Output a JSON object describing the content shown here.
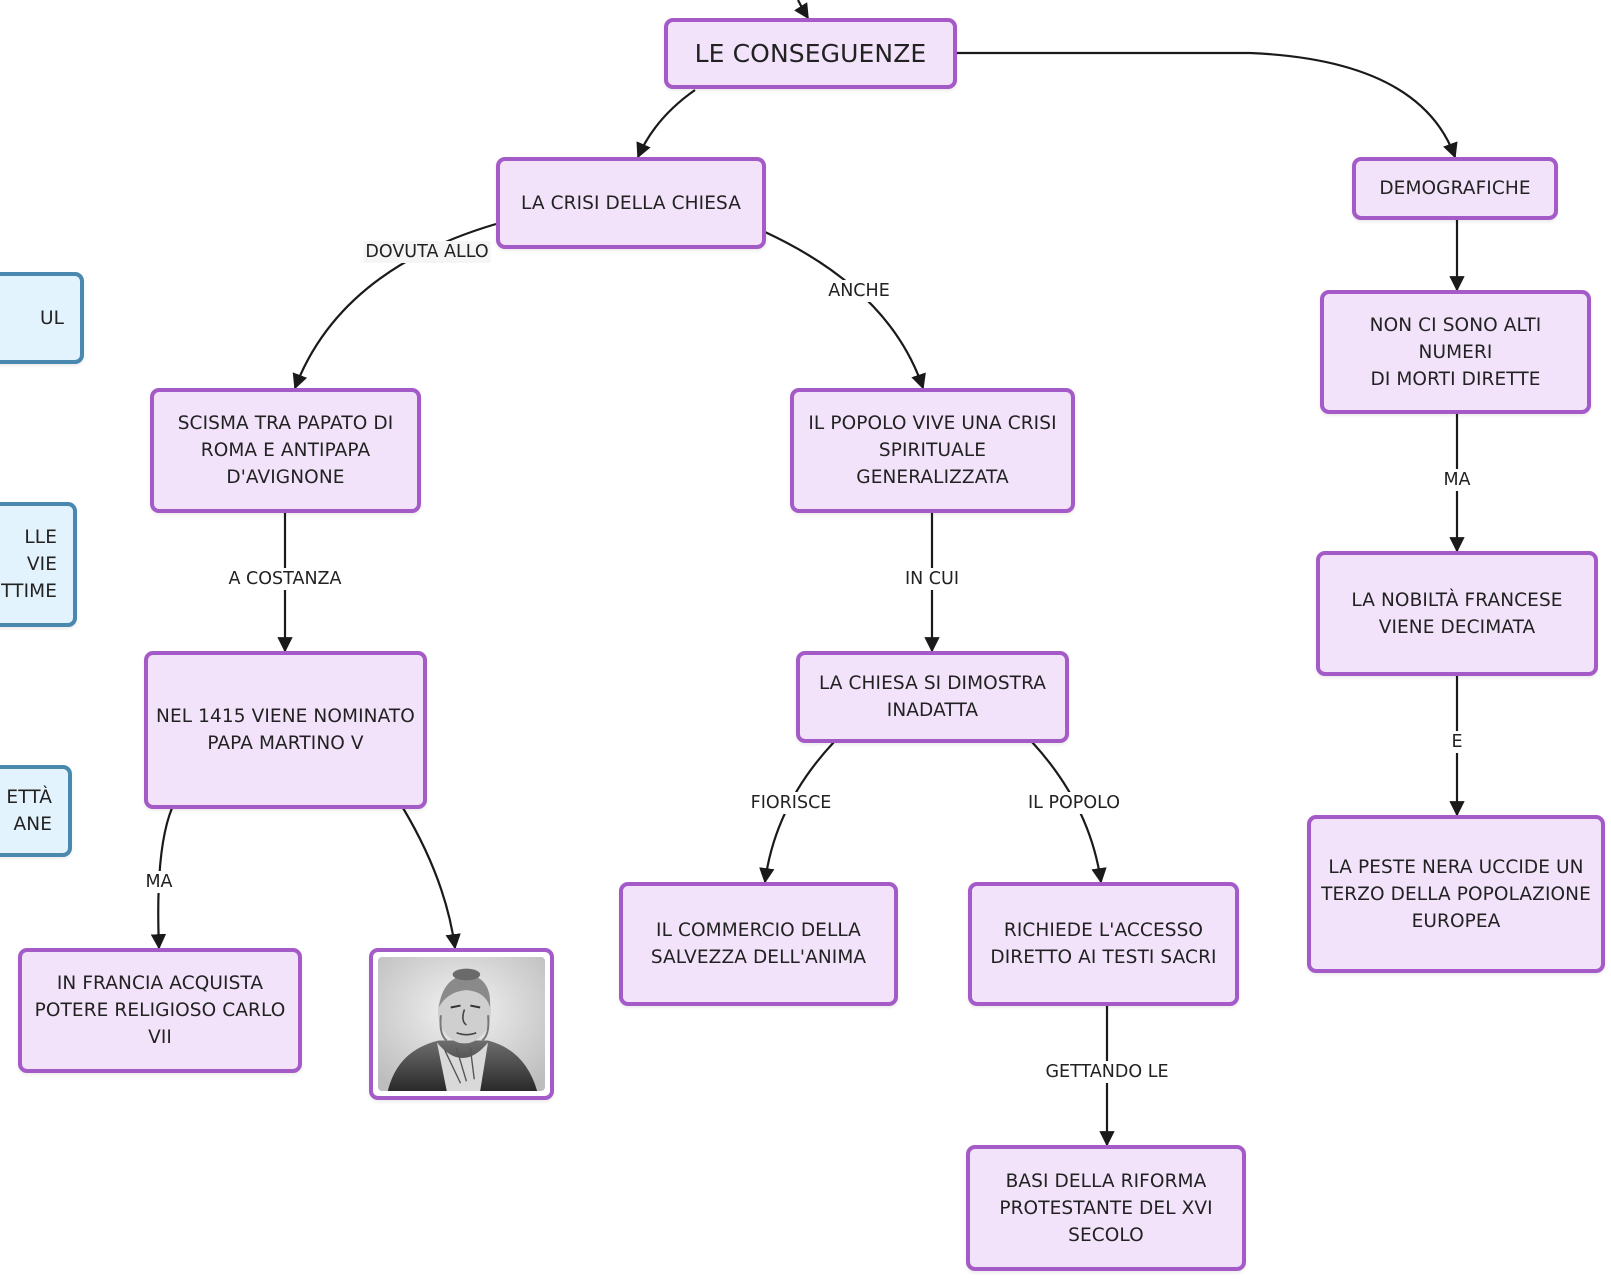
{
  "nodes": {
    "root": "LE CONSEGUENZE",
    "crisi_chiesa": "LA CRISI DELLA CHIESA",
    "demografiche": "DEMOGRAFICHE",
    "scisma": "SCISMA TRA PAPATO DI\nROMA E ANTIPAPA\nD'AVIGNONE",
    "popolo_crisi": "IL POPOLO VIVE UNA CRISI\nSPIRITUALE GENERALIZZATA",
    "morti": "NON CI SONO ALTI NUMERI\nDI MORTI DIRETTE",
    "martino": "NEL 1415 VIENE NOMINATO\nPAPA MARTINO V",
    "inadatta": "LA CHIESA SI DIMOSTRA\nINADATTA",
    "nobilta": "LA NOBILTÀ FRANCESE\nVIENE DECIMATA",
    "carlo": "IN FRANCIA ACQUISTA\nPOTERE RELIGIOSO CARLO\nVII",
    "commercio": "IL COMMERCIO DELLA\nSALVEZZA DELL'ANIMA",
    "accesso": "RICHIEDE L'ACCESSO\nDIRETTO AI TESTI SACRI",
    "peste": "LA PESTE NERA UCCIDE UN\nTERZO DELLA POPOLAZIONE\nEUROPEA",
    "riforma": "BASI DELLA RIFORMA\nPROTESTANTE DEL XVI\nSECOLO",
    "left_1": "UL",
    "left_2": "LLE VIE\nTTIME",
    "left_3": "ETTÀ\nANE"
  },
  "edge_labels": {
    "dovuta": "DOVUTA ALLO",
    "anche": "ANCHE",
    "a_costanza": "A COSTANZA",
    "in_cui": "IN CUI",
    "ma_left": "MA",
    "fiorisce": "FIORISCE",
    "il_popolo": "IL POPOLO",
    "gettando": "GETTANDO LE",
    "ma_right": "MA",
    "e": "E"
  },
  "colors": {
    "node_border": "#a55bc7",
    "node_fill": "#f2e3fa",
    "side_border": "#4a88b0",
    "side_fill": "#e3f3fd",
    "line": "#1a1a1a"
  }
}
